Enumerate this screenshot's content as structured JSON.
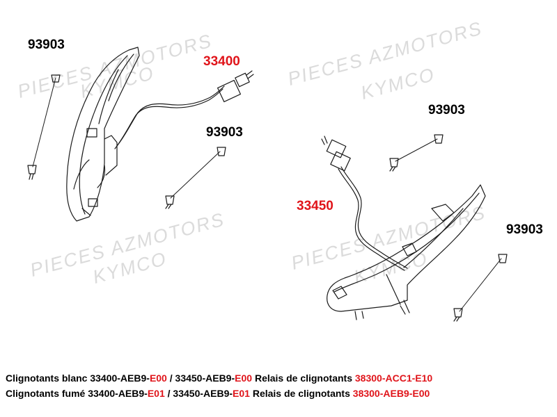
{
  "watermarks": {
    "brand_line": "PIECES AZMOTORS",
    "make_line": "KYMCO"
  },
  "labels": {
    "screw_top_left": "93903",
    "lamp_left": "33400",
    "screw_mid_left": "93903",
    "screw_top_right": "93903",
    "lamp_right": "33450",
    "screw_right": "93903"
  },
  "references": [
    {
      "prefix": "Clignotants blanc 33400-AEB9-",
      "code1": "E00",
      "mid": " / 33450-AEB9-",
      "code2": "E00",
      "relay_text": " Relais de clignotants ",
      "relay_code": "38300-ACC1-E10"
    },
    {
      "prefix": "Clignotants fumé 33400-AEB9-",
      "code1": "E01",
      "mid": " / 33450-AEB9-",
      "code2": "E01",
      "relay_text": " Relais de clignotants ",
      "relay_code": "38300-AEB9-E00"
    }
  ],
  "colors": {
    "highlight_red": "#e0141a",
    "line_art": "#1a1a1a",
    "watermark": "#cfcfcf"
  }
}
